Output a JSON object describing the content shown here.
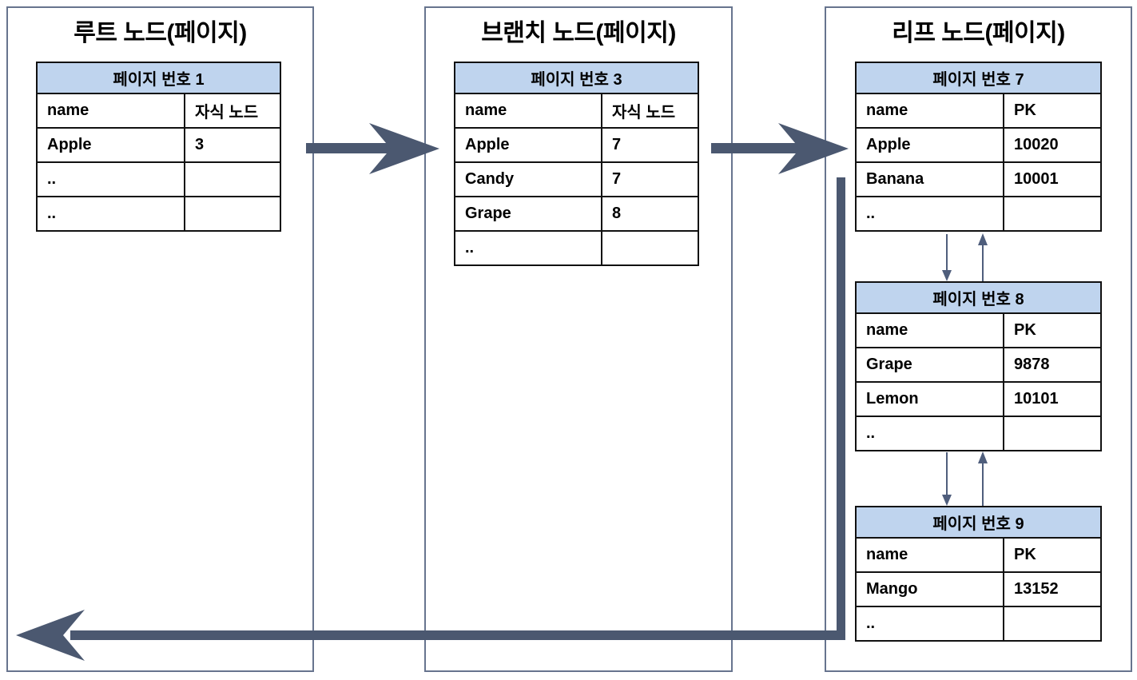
{
  "panels": [
    {
      "title": "루트 노드(페이지)"
    },
    {
      "title": "브랜치 노드(페이지)"
    },
    {
      "title": "리프 노드(페이지)"
    }
  ],
  "tables": {
    "page1": {
      "title": "페이지 번호 1",
      "columns": [
        "name",
        "자식 노드"
      ],
      "rows": [
        [
          "Apple",
          "3"
        ],
        [
          "..",
          ""
        ],
        [
          "..",
          ""
        ]
      ]
    },
    "page3": {
      "title": "페이지 번호 3",
      "columns": [
        "name",
        "자식 노드"
      ],
      "rows": [
        [
          "Apple",
          "7"
        ],
        [
          "Candy",
          "7"
        ],
        [
          "Grape",
          "8"
        ],
        [
          "..",
          ""
        ]
      ]
    },
    "page7": {
      "title": "페이지 번호 7",
      "columns": [
        "name",
        "PK"
      ],
      "rows": [
        [
          "Apple",
          "10020"
        ],
        [
          "Banana",
          "10001"
        ],
        [
          "..",
          ""
        ]
      ]
    },
    "page8": {
      "title": "페이지 번호 8",
      "columns": [
        "name",
        "PK"
      ],
      "rows": [
        [
          "Grape",
          "9878"
        ],
        [
          "Lemon",
          "10101"
        ],
        [
          "..",
          ""
        ]
      ]
    },
    "page9": {
      "title": "페이지 번호 9",
      "columns": [
        "name",
        "PK"
      ],
      "rows": [
        [
          "Mango",
          "13152"
        ],
        [
          "..",
          ""
        ]
      ]
    }
  },
  "colors": {
    "table_header_fill": "#bfd4ee",
    "arrow": "#4b5870",
    "thin_arrow": "#4f5e7c",
    "panel_border": "#67748e",
    "table_border": "#111111",
    "background": "#ffffff",
    "text": "#000000"
  }
}
